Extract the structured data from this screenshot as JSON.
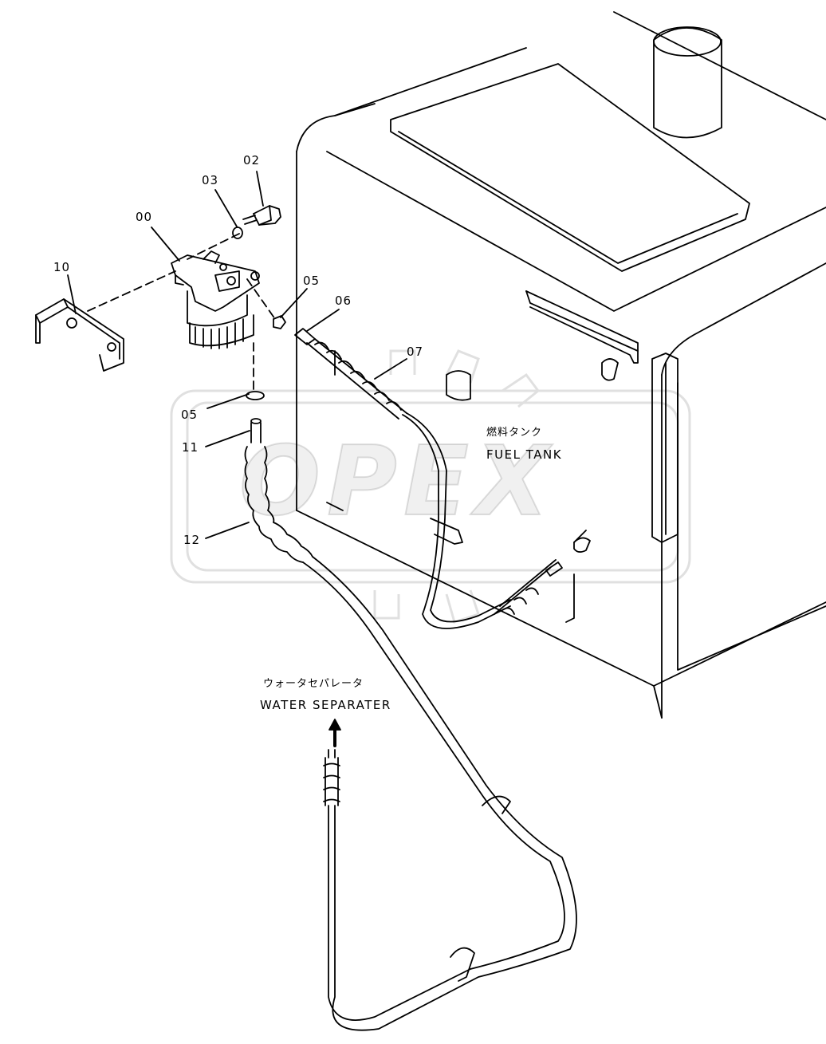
{
  "diagram": {
    "part_labels": {
      "p00": "00",
      "p02": "02",
      "p03": "03",
      "p05a": "05",
      "p05b": "05",
      "p06": "06",
      "p07": "07",
      "p10": "10",
      "p11": "11",
      "p12": "12"
    },
    "fuel_tank": {
      "jp": "燃料タンク",
      "en": "FUEL TANK"
    },
    "water_separator": {
      "jp": "ウォータセパレータ",
      "en": "WATER SEPARATER"
    },
    "watermark": "OPEX"
  },
  "colors": {
    "line": "#000000",
    "watermark": "#d9d9d9"
  }
}
